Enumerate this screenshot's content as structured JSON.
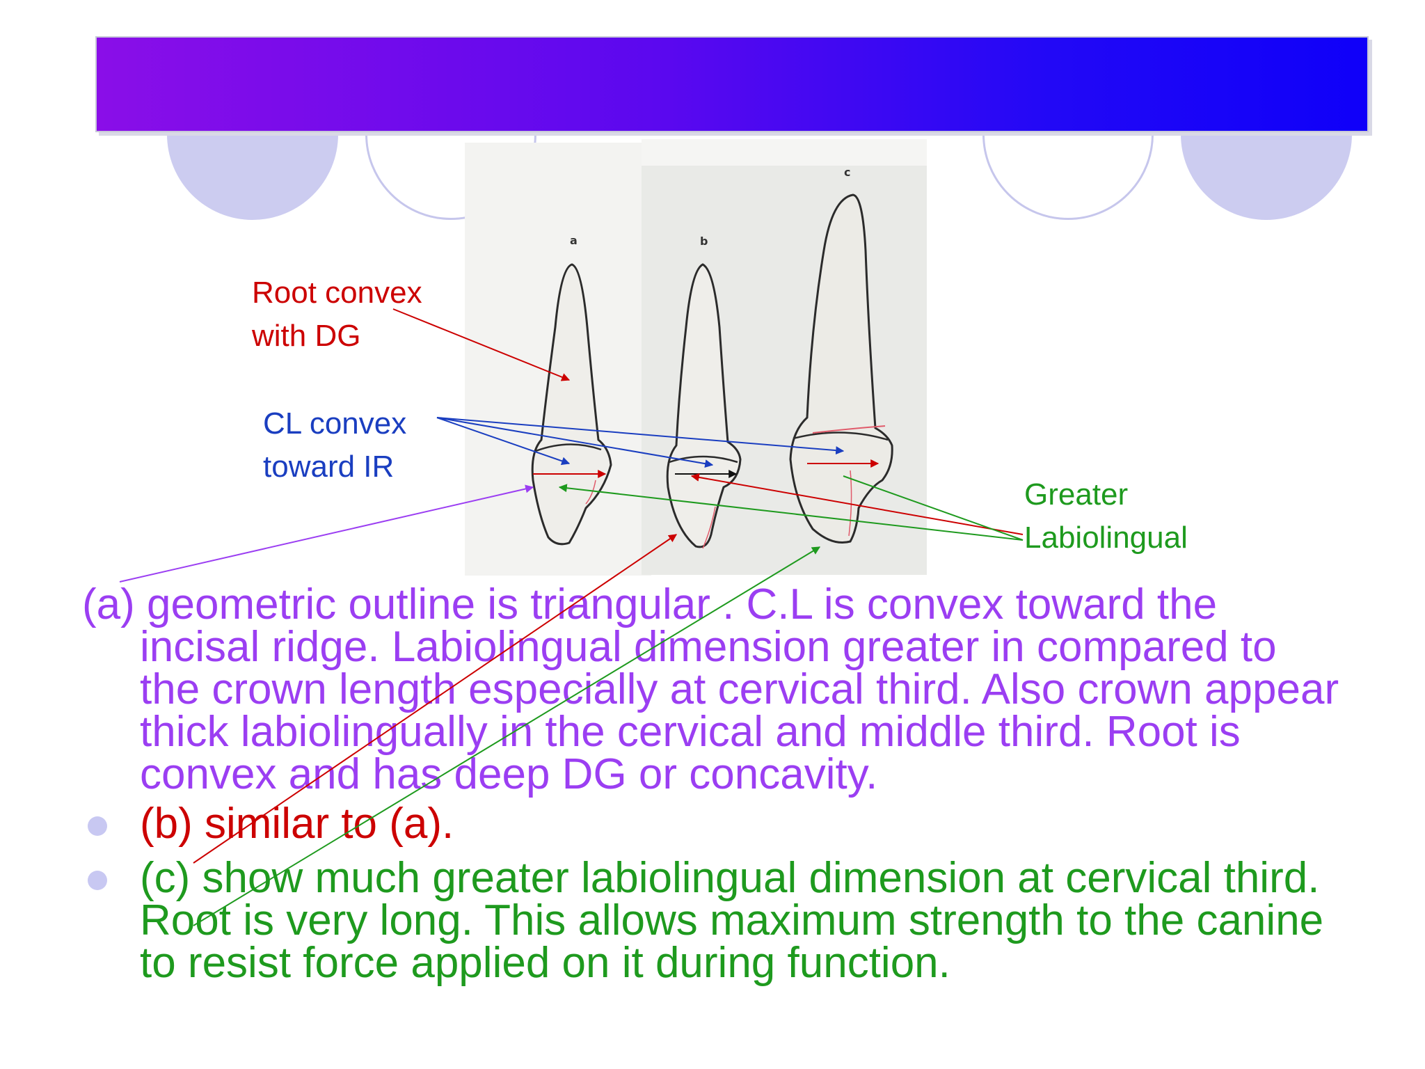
{
  "colors": {
    "purple_text": "#9b3ef2",
    "red_text": "#cc0000",
    "blue_text": "#1a3ec0",
    "green_text": "#1e9a1e",
    "banner_start": "#8a0ee8",
    "banner_end": "#0f00f9"
  },
  "figure": {
    "tooth_labels": [
      "a",
      "b",
      "c"
    ]
  },
  "annotations": {
    "root_convex": [
      "Root convex",
      "with DG"
    ],
    "cl_convex": [
      "CL convex",
      "toward IR"
    ],
    "greater_labiolingual": [
      "Greater",
      "Labiolingual"
    ]
  },
  "paragraph_a": "(a) geometric outline is triangular . C.L is convex toward the incisal ridge. Labiolingual dimension greater in compared to the crown length especially at cervical third. Also crown appear thick labiolingually in the cervical and middle third. Root is convex and has deep DG or concavity.",
  "bullets": [
    "(b) similar to (a).",
    "(c) show much greater labiolingual dimension at cervical third. Root is very long. This allows maximum strength to the canine to resist force applied on it during function."
  ]
}
